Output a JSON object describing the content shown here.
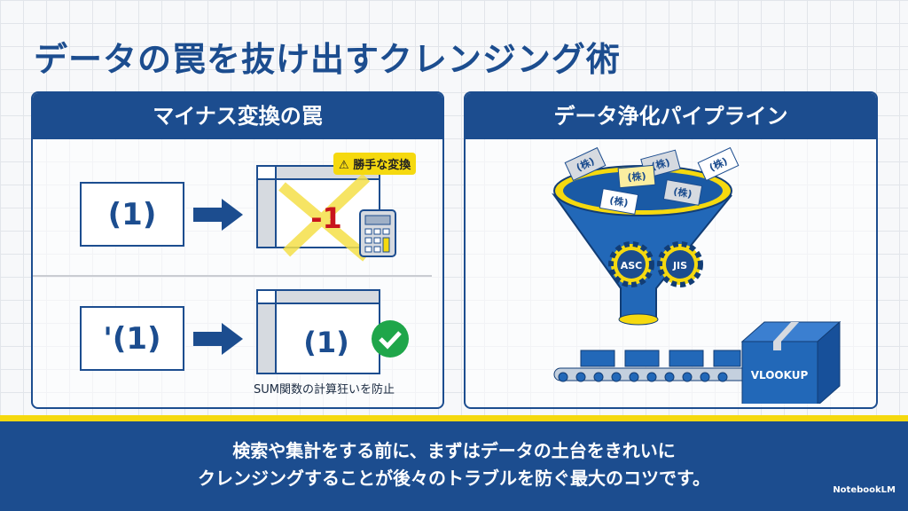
{
  "title": "データの罠を抜け出すクレンジング術",
  "left_panel": {
    "header": "マイナス変換の罠",
    "input_bad": "(1)",
    "result_bad": "-1",
    "warning": "勝手な変換",
    "input_good": "'(1)",
    "result_good": "(1)",
    "caption": "SUM関数の計算狂いを防止"
  },
  "right_panel": {
    "header": "データ浄化パイプライン",
    "card_label": "(株)",
    "gear1": "ASC",
    "gear2": "JIS",
    "box_label": "VLOOKUP"
  },
  "banner": {
    "line1": "検索や集計をする前に、まずはデータの土台をきれいに",
    "line2": "クレンジングすることが後々のトラブルを防ぐ最大のコツです。"
  },
  "logo": "NotebookLM",
  "colors": {
    "primary": "#1c4d8f",
    "accent": "#f5d90f",
    "error": "#c8141e",
    "success": "#1fa64a"
  }
}
